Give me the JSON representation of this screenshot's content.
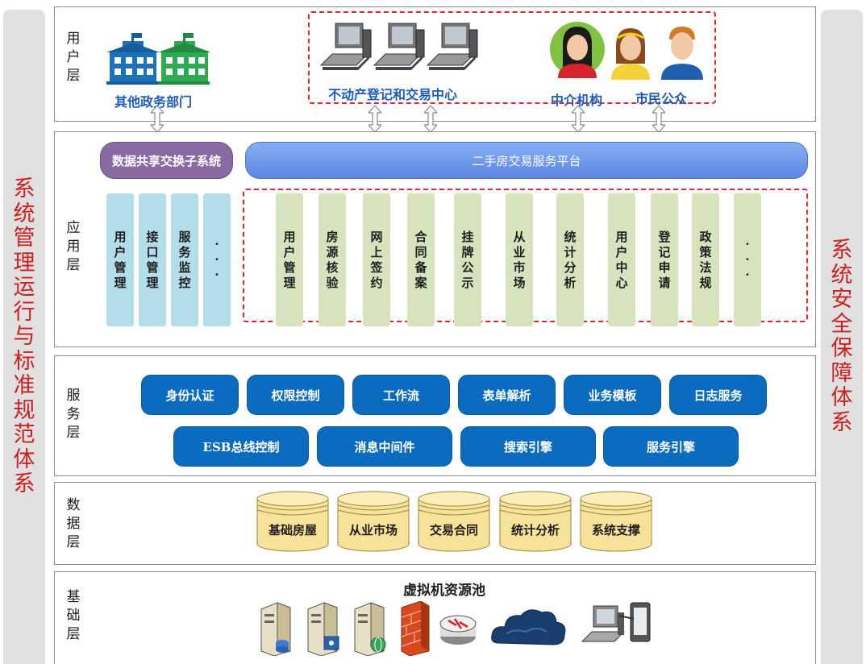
{
  "side": {
    "left_text": [
      "系",
      "统",
      "管",
      "理",
      "运",
      "行",
      "与",
      "标",
      "准",
      "规",
      "范",
      "体",
      "系"
    ],
    "right_text": [
      "系",
      "统",
      "安",
      "全",
      "保",
      "障",
      "体",
      "系"
    ]
  },
  "user_layer": {
    "label": [
      "用",
      "户",
      "层"
    ],
    "gov_label": "其他政务部门",
    "center_label": "不动产登记和交易中心",
    "agency_label": "中介机构",
    "citizen_label": "市民公众"
  },
  "app_layer": {
    "label": [
      "应",
      "用",
      "层"
    ],
    "share_subsystem": "数据共享交换子系统",
    "platform": "二手房交易服务平台",
    "left_columns": [
      [
        "用",
        "户",
        "管",
        "理"
      ],
      [
        "接",
        "口",
        "管",
        "理"
      ],
      [
        "服",
        "务",
        "监",
        "控"
      ],
      [
        "·",
        "·",
        "·"
      ]
    ],
    "right_columns": [
      [
        "用",
        "户",
        "管",
        "理"
      ],
      [
        "房",
        "源",
        "核",
        "验"
      ],
      [
        "网",
        "上",
        "签",
        "约"
      ],
      [
        "合",
        "同",
        "备",
        "案"
      ],
      [
        "挂",
        "牌",
        "公",
        "示"
      ],
      [
        "从",
        "业",
        "市",
        "场"
      ],
      [
        "统",
        "计",
        "分",
        "析"
      ],
      [
        "用",
        "户",
        "中",
        "心"
      ],
      [
        "登",
        "记",
        "申",
        "请"
      ],
      [
        "政",
        "策",
        "法",
        "规"
      ],
      [
        "·",
        "·",
        "·"
      ]
    ]
  },
  "service_layer": {
    "label": [
      "服",
      "务",
      "层"
    ],
    "row1": [
      "身份认证",
      "权限控制",
      "工作流",
      "表单解析",
      "业务模板",
      "日志服务"
    ],
    "row2": [
      "ESB总线控制",
      "消息中间件",
      "搜索引擎",
      "服务引擎"
    ]
  },
  "data_layer": {
    "label": [
      "数",
      "据",
      "层"
    ],
    "stores": [
      "基础房屋",
      "从业市场",
      "交易合同",
      "统计分析",
      "系统支撑"
    ]
  },
  "infra_layer": {
    "label": [
      "基",
      "础",
      "层"
    ],
    "title": "虚拟机资源池",
    "icons": [
      "server-db-icon",
      "server-card-icon",
      "server-globe-icon",
      "firewall-icon",
      "router-icon",
      "cloud-icon",
      "workstation-icon",
      "mobile-icon"
    ]
  },
  "colors": {
    "side_text": "#cc1f1f",
    "dashed": "#e0262a",
    "service_blue": "#0a6bbf",
    "app_blue_col": "#b3dde9",
    "app_green_col": "#d6e3bd",
    "purple_pill": "#8a6aa3",
    "platform_pill": "#6d96ea",
    "db_yellow": "#f7e29a"
  }
}
